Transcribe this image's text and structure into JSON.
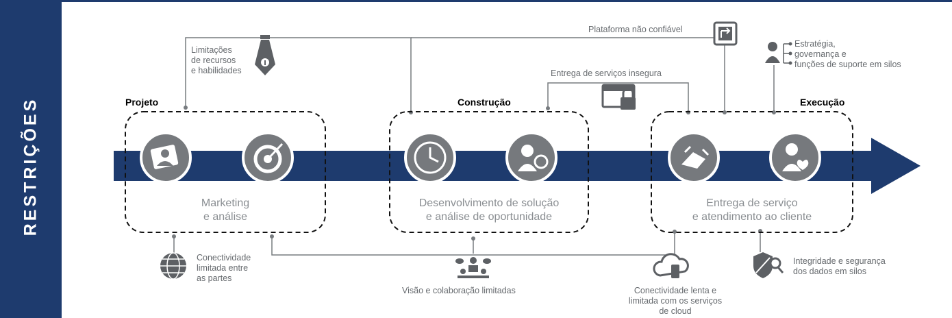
{
  "sidebar": {
    "label": "RESTRIÇÕES"
  },
  "phases": [
    {
      "title": "Projeto",
      "caption": [
        "Marketing",
        "e análise"
      ]
    },
    {
      "title": "Construção",
      "caption": [
        "Desenvolvimento de solução",
        "e análise de oportunidade"
      ]
    },
    {
      "title": "Execução",
      "caption": [
        "Entrega de serviço",
        "e atendimento ao cliente"
      ]
    }
  ],
  "constraints_top": {
    "resources": [
      "Limitações",
      "de recursos",
      "e habilidades"
    ],
    "platform": "Plataforma não confiável",
    "delivery": "Entrega de serviços insegura",
    "strategy": [
      "Estratégia,",
      "governança e",
      "funções de suporte em silos"
    ]
  },
  "constraints_bottom": {
    "connectivity": [
      "Conectividade",
      "limitada entre",
      "as partes"
    ],
    "vision": "Visão e colaboração limitadas",
    "cloud": [
      "Conectividade lenta e",
      "limitada com os serviços",
      "de cloud"
    ],
    "integrity": [
      "Integridade e segurança",
      "dos dados em silos"
    ]
  },
  "colors": {
    "navy": "#1e3b6e",
    "gray": "#777b7f",
    "text": "#666a6e"
  }
}
